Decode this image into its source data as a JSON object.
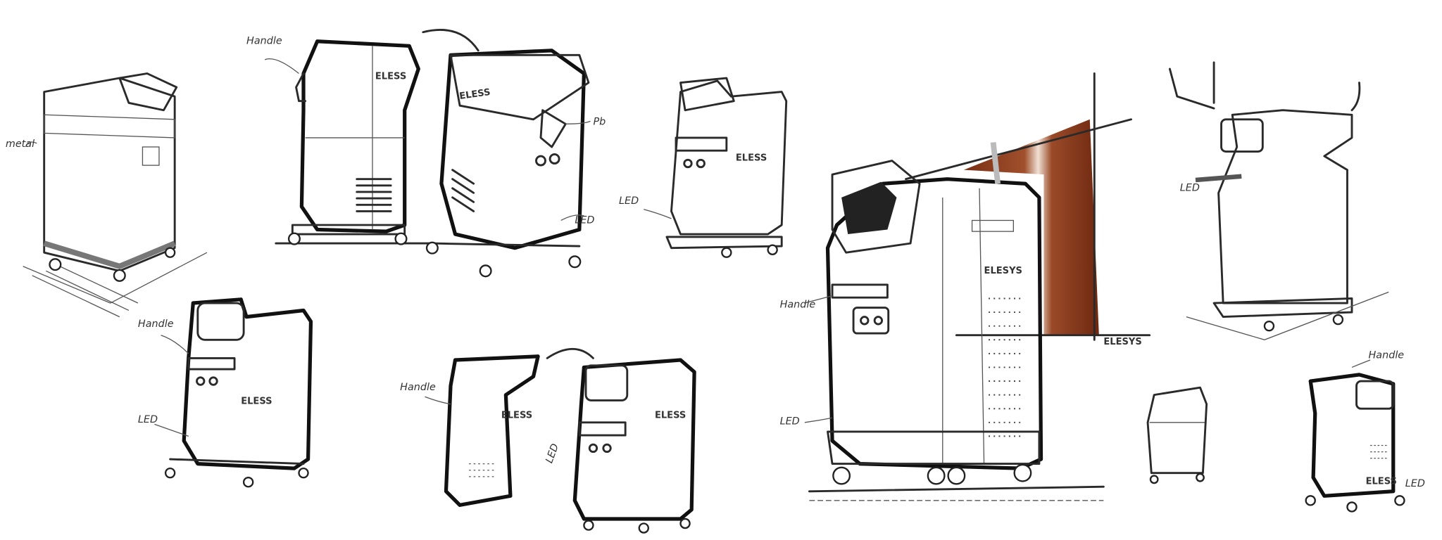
{
  "labels": {
    "metal": "metal",
    "handle_b": "Handle",
    "pb_c": "Pb",
    "led_c": "LED",
    "led_d": "LED",
    "handle_e": "Handle",
    "led_e": "LED",
    "handle_f": "Handle",
    "led_g": "LED",
    "handle_main": "Handle",
    "led_main": "LED",
    "led_h": "LED",
    "handle_j": "Handle",
    "led_j": "LED"
  },
  "brand": {
    "b": "ELESS",
    "c": "ELESS",
    "d": "ELESS",
    "e": "ELESS",
    "f": "ELESS",
    "g": "ELESS",
    "main": "ELESYS",
    "main_panel": "ELESYS",
    "j": "ELESS"
  },
  "colors": {
    "panel_brown": "#8a3a1c",
    "body_beige": "#e8e4d8",
    "marker_gray": "#b8b8b8"
  }
}
